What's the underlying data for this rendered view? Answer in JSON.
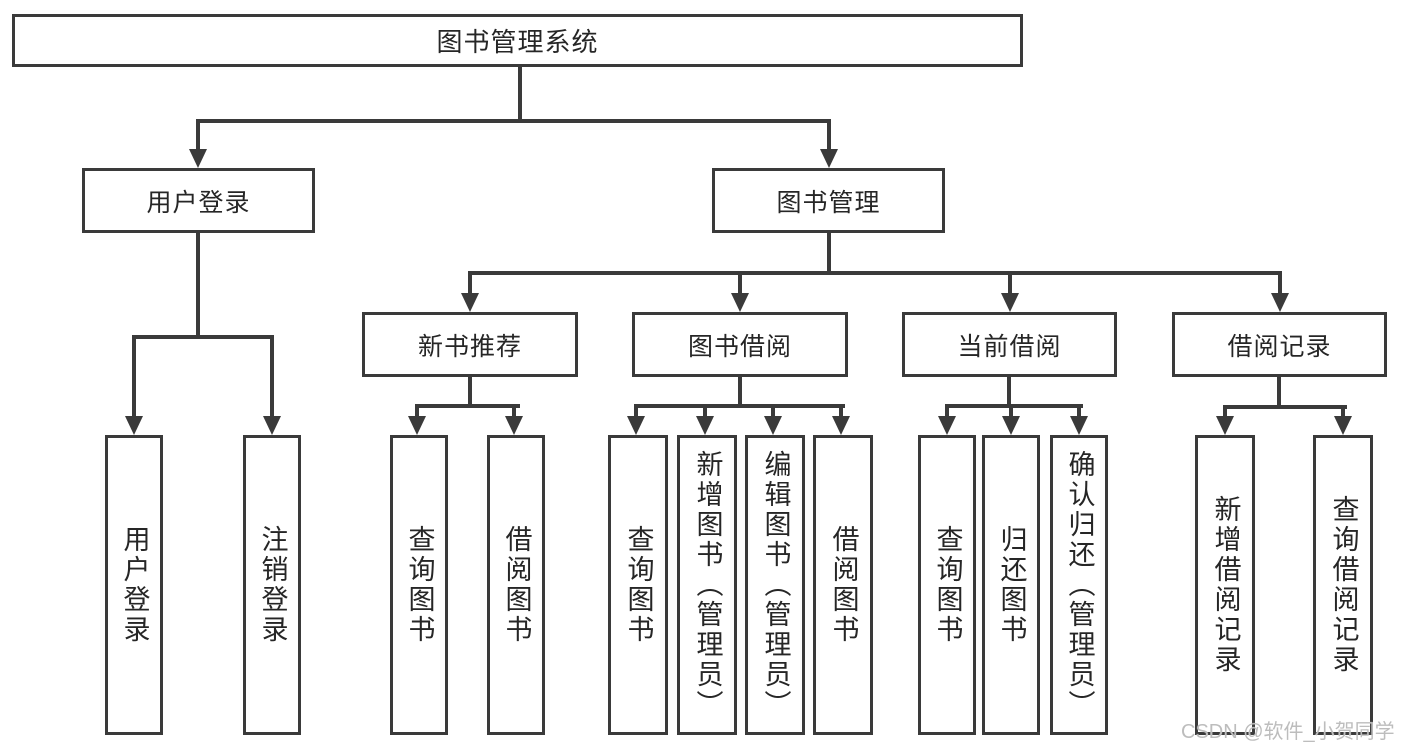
{
  "diagram": {
    "root": "图书管理系统",
    "level2": {
      "user_login": "用户登录",
      "book_mgmt": "图书管理"
    },
    "user_children": {
      "login": "用户登录",
      "logout": "注销登录"
    },
    "level3": {
      "new_book": "新书推荐",
      "borrow": "图书借阅",
      "current": "当前借阅",
      "records": "借阅记录"
    },
    "new_book_children": {
      "query": "查询图书",
      "borrow": "借阅图书"
    },
    "borrow_children": {
      "query": "查询图书",
      "add": "新增图书（管理员）",
      "edit": "编辑图书（管理员）",
      "borrow": "借阅图书"
    },
    "current_children": {
      "query": "查询图书",
      "return": "归还图书",
      "confirm": "确认归还（管理员）"
    },
    "record_children": {
      "add": "新增借阅记录",
      "query": "查询借阅记录"
    }
  },
  "watermark": "CSDN @软件_小贺同学",
  "colors": {
    "line": "#3a3a3a",
    "text": "#262626",
    "background": "#ffffff",
    "watermark": "#bdbdbd"
  }
}
